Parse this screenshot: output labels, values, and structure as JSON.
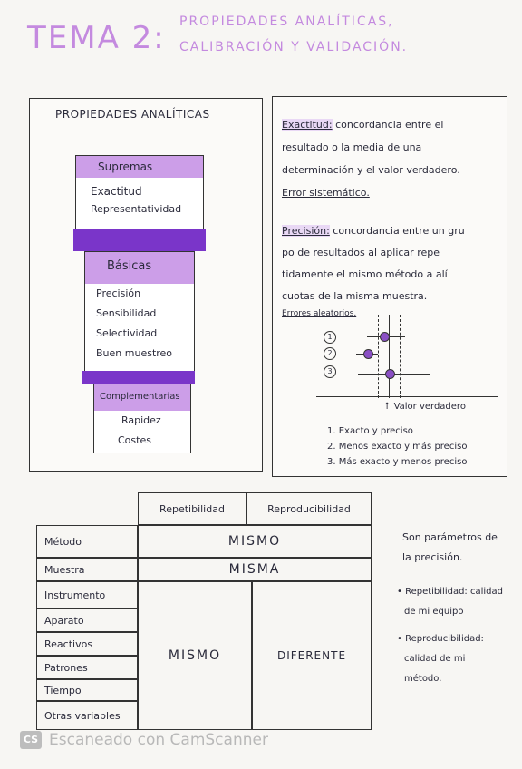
{
  "title": {
    "main": "TEMA 2:",
    "line1": "PROPIEDADES ANALÍTICAS,",
    "line2": "CALIBRACIÓN Y VALIDACIÓN."
  },
  "left_panel": {
    "heading": "PROPIEDADES ANALÍTICAS",
    "supremas": {
      "label": "Supremas",
      "items": [
        "Exactitud",
        "Representatividad"
      ]
    },
    "basicas": {
      "label": "Básicas",
      "items": [
        "Precisión",
        "Sensibilidad",
        "Selectividad",
        "Buen muestreo"
      ]
    },
    "complementarias": {
      "label": "Complementarias",
      "items": [
        "Rapidez",
        "Costes"
      ]
    }
  },
  "right_panel": {
    "exactitud_term": "Exactitud:",
    "exactitud_def_l1": "concordancia entre el",
    "exactitud_def_l2": "resultado o la media de una",
    "exactitud_def_l3": "determinación y el valor verdadero.",
    "exactitud_error": "Error sistemático.",
    "precision_term": "Precisión:",
    "precision_def_l1": "concordancia entre un gru",
    "precision_def_l2": "po de resultados al aplicar repe",
    "precision_def_l3": "tidamente el mismo método a alí",
    "precision_def_l4": "cuotas de la misma muestra.",
    "precision_error": "Errores aleatorios.",
    "diagram_numbers": [
      "1",
      "2",
      "3"
    ],
    "true_value_label": "Valor verdadero",
    "legend": [
      "1. Exacto y preciso",
      "2. Menos exacto y más preciso",
      "3. Más exacto y menos preciso"
    ]
  },
  "table": {
    "col_headers": [
      "Repetibilidad",
      "Reproducibilidad"
    ],
    "rows": [
      "Método",
      "Muestra",
      "Instrumento",
      "Aparato",
      "Reactivos",
      "Patrones",
      "Tiempo",
      "Otras variables"
    ],
    "mismo_top": "MISMO",
    "misma": "MISMA",
    "mismo": "MISMO",
    "diferente": "DIFERENTE"
  },
  "side_notes": {
    "intro_l1": "Son parámetros de",
    "intro_l2": "la precisión.",
    "rep_l1": "Repetibilidad: calidad",
    "rep_l2": "de mi equipo",
    "repro_l1": "Reproducibilidad:",
    "repro_l2": "calidad de mi",
    "repro_l3": "método."
  },
  "footer": {
    "icon_text": "CS",
    "text": "Escaneado con CamScanner"
  },
  "colors": {
    "accent": "#7a35c9",
    "lavender": "#cc9ee8",
    "title": "#c48adf"
  }
}
